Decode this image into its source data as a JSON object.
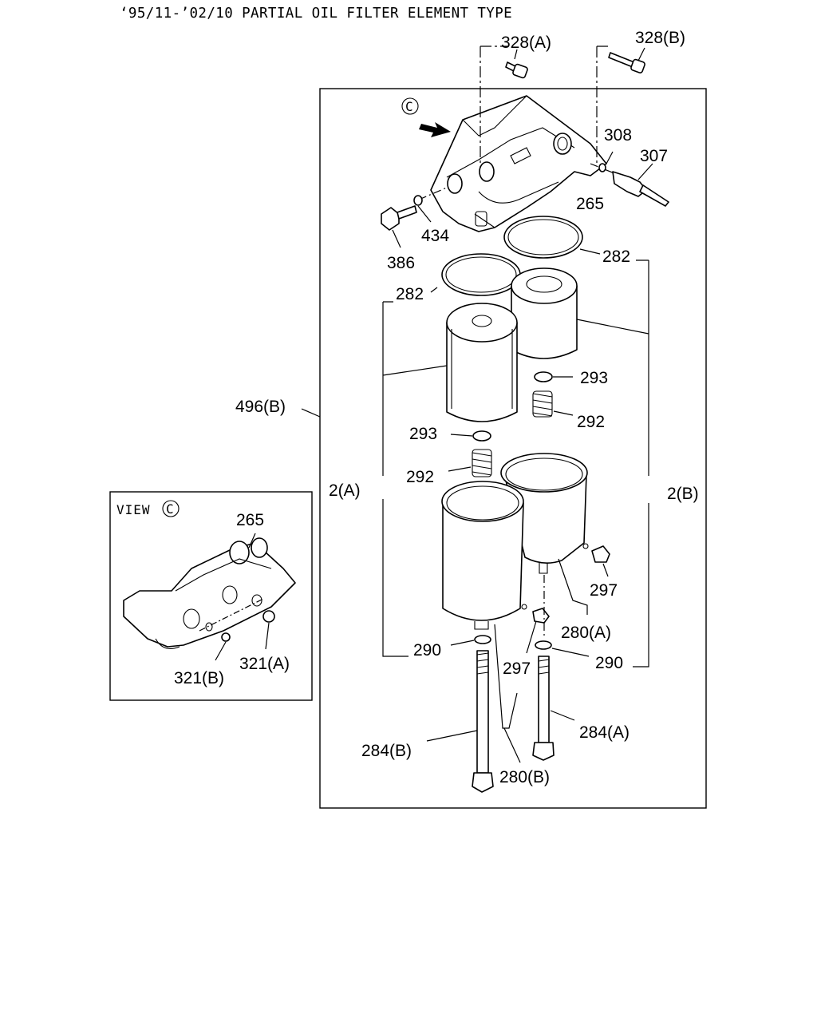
{
  "title": "‘95/11-’02/10 PARTIAL OIL FILTER ELEMENT TYPE",
  "view_label": "VIEW",
  "view_symbol": "C",
  "callout_symbol": "C",
  "labels": {
    "p328A": "328(A)",
    "p328B": "328(B)",
    "p308": "308",
    "p307": "307",
    "p265": "265",
    "p434": "434",
    "p386": "386",
    "p282a": "282",
    "p282b": "282",
    "p496B": "496(B)",
    "p293a": "293",
    "p292a": "292",
    "p293b": "293",
    "p292b": "292",
    "p2A": "2(A)",
    "p2B": "2(B)",
    "p297a": "297",
    "p280A": "280(A)",
    "p290a": "290",
    "p290b": "290",
    "p297b": "297",
    "p284A": "284(A)",
    "p284B": "284(B)",
    "p280B": "280(B)",
    "v265": "265",
    "p321A": "321(A)",
    "p321B": "321(B)"
  }
}
